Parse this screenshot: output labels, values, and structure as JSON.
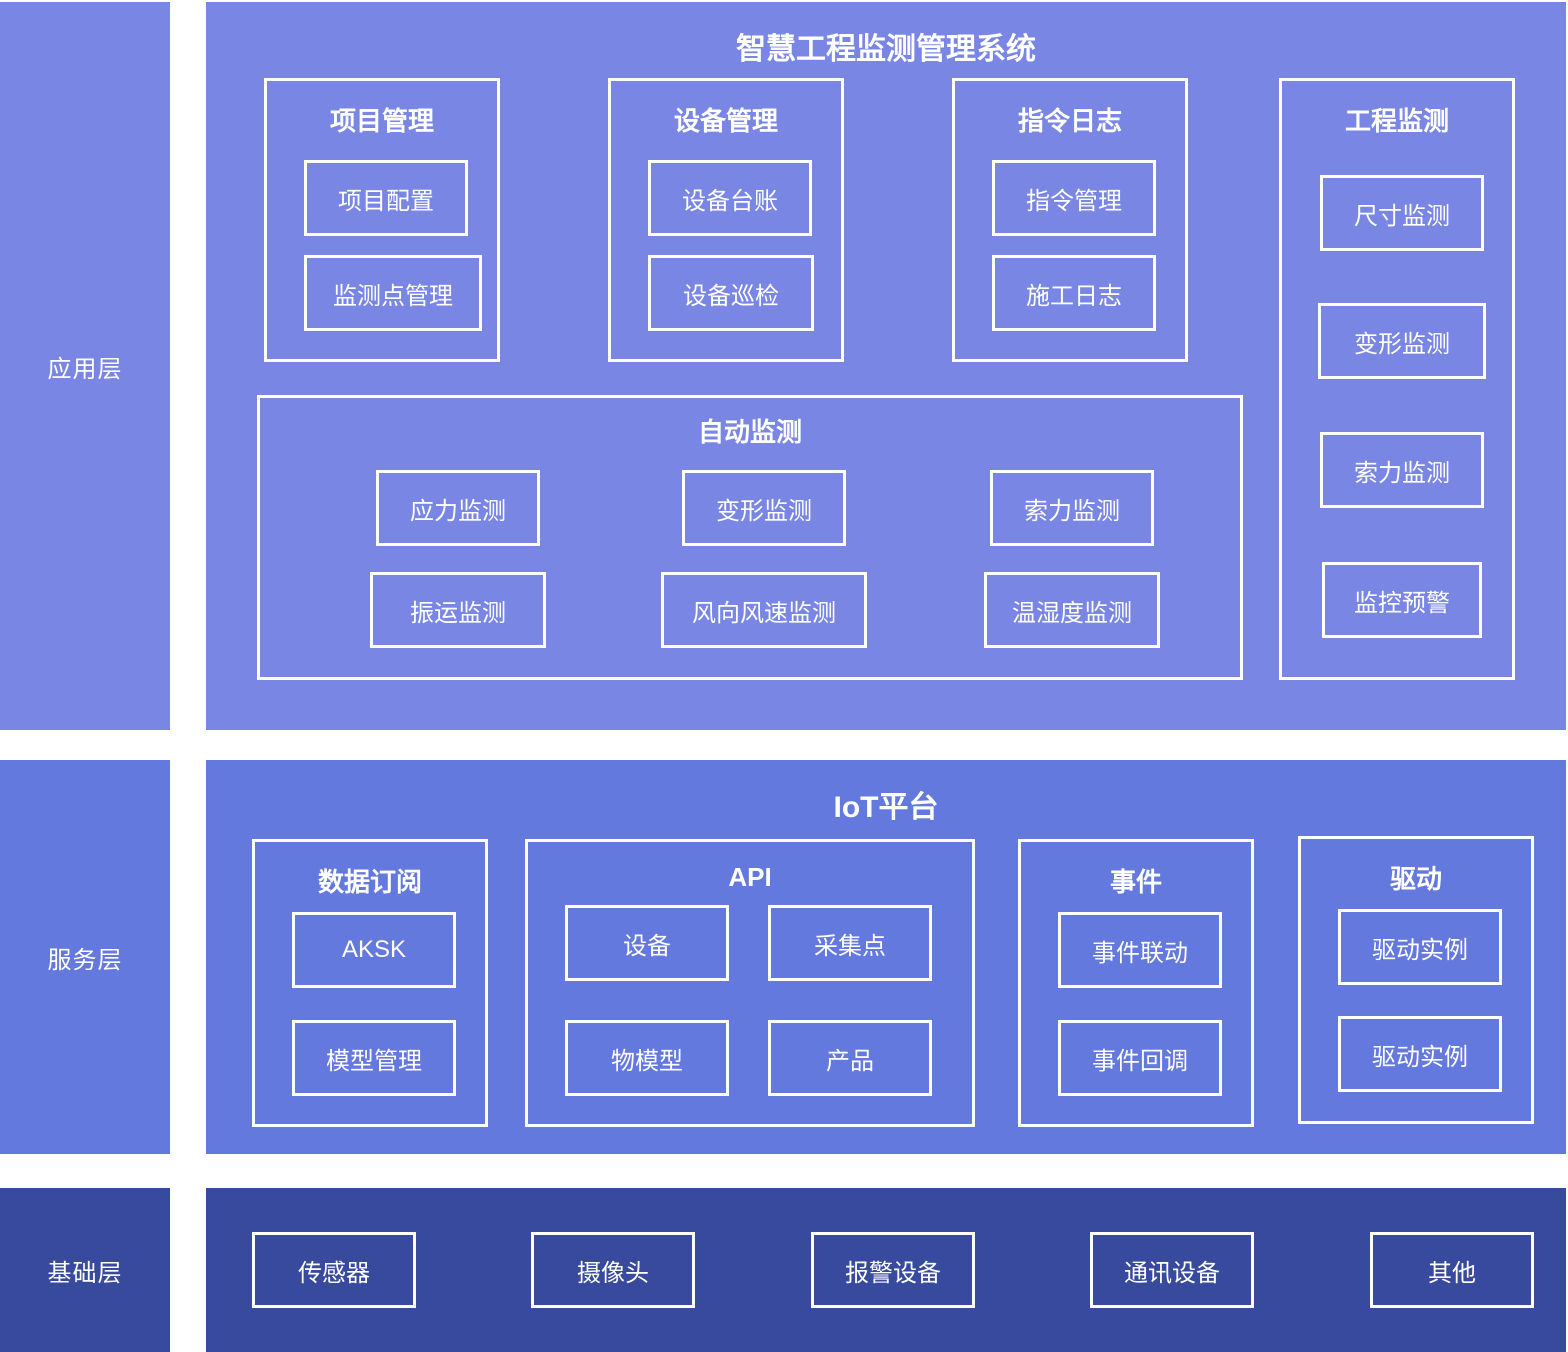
{
  "layers": {
    "application": {
      "label": "应用层",
      "color": "#7986e4"
    },
    "service": {
      "label": "服务层",
      "color": "#6479dd"
    },
    "foundation": {
      "label": "基础层",
      "color": "#374a9e"
    }
  },
  "application": {
    "title": "智慧工程监测管理系统",
    "project_mgmt": {
      "title": "项目管理",
      "items": [
        "项目配置",
        "监测点管理"
      ]
    },
    "device_mgmt": {
      "title": "设备管理",
      "items": [
        "设备台账",
        "设备巡检"
      ]
    },
    "command_log": {
      "title": "指令日志",
      "items": [
        "指令管理",
        "施工日志"
      ]
    },
    "eng_monitor": {
      "title": "工程监测",
      "items": [
        "尺寸监测",
        "变形监测",
        "索力监测",
        "监控预警"
      ]
    },
    "auto_monitor": {
      "title": "自动监测",
      "items": [
        "应力监测",
        "变形监测",
        "索力监测",
        "振运监测",
        "风向风速监测",
        "温湿度监测"
      ]
    }
  },
  "service": {
    "title": "IoT平台",
    "subscription": {
      "title": "数据订阅",
      "items": [
        "AKSK",
        "模型管理"
      ]
    },
    "api": {
      "title": "API",
      "items": [
        "设备",
        "采集点",
        "物模型",
        "产品"
      ]
    },
    "events": {
      "title": "事件",
      "items": [
        "事件联动",
        "事件回调"
      ]
    },
    "drivers": {
      "title": "驱动",
      "items": [
        "驱动实例",
        "驱动实例"
      ]
    }
  },
  "foundation": {
    "items": [
      "传感器",
      "摄像头",
      "报警设备",
      "通讯设备",
      "其他"
    ]
  }
}
